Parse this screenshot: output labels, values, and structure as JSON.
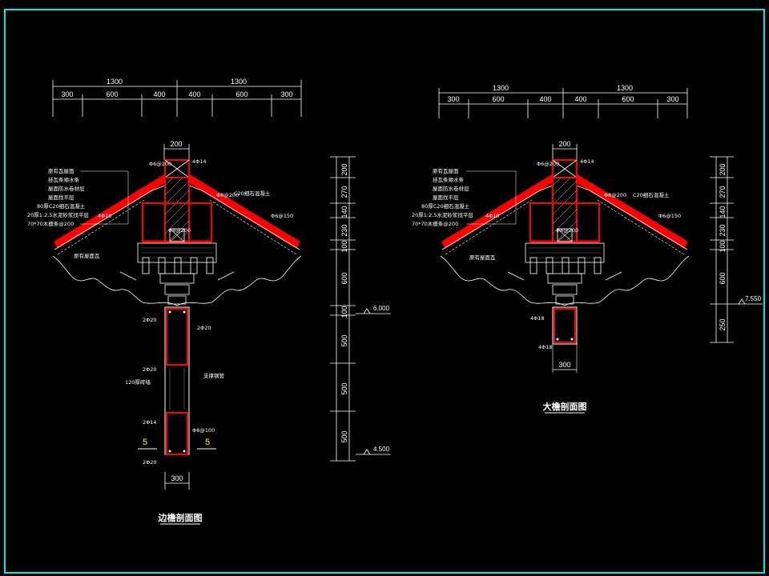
{
  "colors": {
    "background": "#000000",
    "frame": "#00e5e5",
    "concrete": "#ff0000",
    "outline": "#ffffff",
    "dimension": "#ffffff",
    "rebar": "#ff3030",
    "hatch": "#cfcfcf"
  },
  "left": {
    "title": "边檐剖面图",
    "top_dims_total": [
      "1300",
      "1300"
    ],
    "top_dims_parts": [
      "300",
      "600",
      "400",
      "400",
      "600",
      "300"
    ],
    "ridge_dim": "200",
    "post_dim": "300",
    "right_dims": [
      "200",
      "270",
      "140",
      "230",
      "100",
      "600",
      "100",
      "500",
      "500",
      "500"
    ],
    "levels": [
      "6.000",
      "4.500"
    ],
    "section_marks": [
      "5",
      "5"
    ],
    "layer_notes": [
      "原有瓦屋面",
      "挂瓦条顺水条",
      "屋面防水卷材层",
      "屋面找平层",
      "80厚C20细石混凝土",
      "20厚1:2.5水泥砂浆找平层",
      "70*70木檩条@200"
    ],
    "rebar_notes": [
      "Φ6@200",
      "4Φ14",
      "Φ8@200",
      "Φ6@150",
      "4Φ10",
      "Φ8@200",
      "2Φ20",
      "2Φ20",
      "2Φ14",
      "2Φ20",
      "Φ8@100",
      "2Φ20"
    ],
    "side_notes": [
      "C20细石混凝土",
      "120厚砖墙",
      "支撑钢管",
      "原有屋面瓦"
    ]
  },
  "right": {
    "title": "大檐剖面图",
    "top_dims_total": [
      "1300",
      "1300"
    ],
    "top_dims_parts": [
      "300",
      "600",
      "400",
      "400",
      "600",
      "300"
    ],
    "ridge_dim": "200",
    "post_dim": "300",
    "right_dims": [
      "200",
      "270",
      "140",
      "230",
      "100",
      "600",
      "250"
    ],
    "levels": [
      "7.550"
    ],
    "layer_notes": [
      "原有瓦屋面",
      "挂瓦条顺水条",
      "屋面防水卷材层",
      "屋面找平层",
      "80厚C20细石混凝土",
      "20厚1:2.5水泥砂浆找平层",
      "70*70木檩条@200"
    ],
    "rebar_notes": [
      "Φ6@200",
      "4Φ14",
      "Φ8@200",
      "Φ6@150",
      "4Φ10",
      "Φ8@200",
      "4Φ18",
      "4Φ18"
    ],
    "side_notes": [
      "C20细石混凝土",
      "原有屋面瓦"
    ]
  }
}
